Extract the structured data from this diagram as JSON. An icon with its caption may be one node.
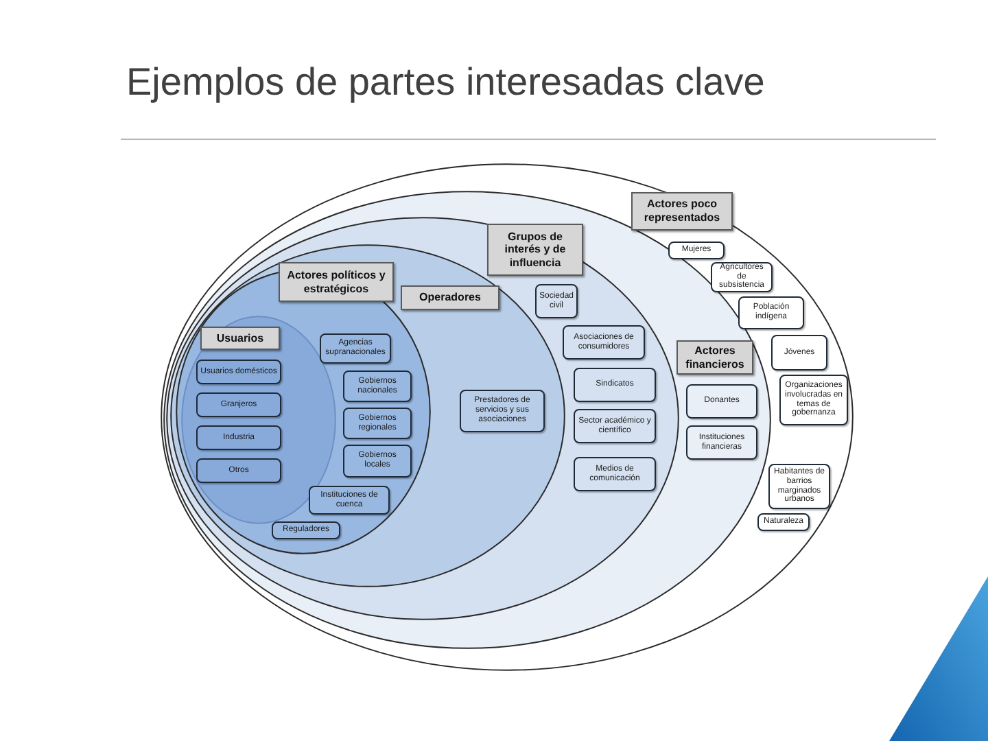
{
  "diagram": {
    "title": "Ejemplos de partes interesadas clave",
    "nodes": [
      {
        "text": [
          "Actores poco representados"
        ]
      },
      {
        "text": [
          "Actores financieros"
        ],
        "in": 0
      },
      {
        "text": [
          "Grupos de interés y de influencia"
        ],
        "in": 1
      },
      {
        "text": [
          "Operadores"
        ],
        "in": 2
      },
      {
        "text": [
          "Actores políticos y estratégicos"
        ],
        "in": 3
      },
      {
        "text": [
          "Usuarios"
        ],
        "in": 4
      },
      {
        "text": [
          "Usuarios domésticos"
        ],
        "in": 5
      },
      {
        "text": [
          "Granjeros"
        ],
        "in": 5
      },
      {
        "text": [
          "Industria"
        ],
        "in": 5
      },
      {
        "text": [
          "Otros"
        ],
        "in": 5
      },
      {
        "text": [
          "Agencias supranacionales"
        ],
        "in": 4
      },
      {
        "text": [
          "Gobiernos nacionales"
        ],
        "in": 4
      },
      {
        "text": [
          "Gobiernos regionales"
        ],
        "in": 4
      },
      {
        "text": [
          "Gobiernos locales"
        ],
        "in": 4
      },
      {
        "text": [
          "Instituciones de cuenca"
        ],
        "in": 4
      },
      {
        "text": [
          "Reguladores"
        ],
        "in": 4
      },
      {
        "text": [
          "Prestadores de servicios y sus asociaciones"
        ],
        "in": 3
      },
      {
        "text": [
          "Sociedad civil"
        ],
        "in": 2
      },
      {
        "text": [
          "Asociaciones de consumidores"
        ],
        "in": 2
      },
      {
        "text": [
          "Sindicatos"
        ],
        "in": 2
      },
      {
        "text": [
          "Sector académico y científico"
        ],
        "in": 2
      },
      {
        "text": [
          "Medios de comunicación"
        ],
        "in": 2
      },
      {
        "text": [
          "Donantes"
        ],
        "in": 1
      },
      {
        "text": [
          "Instituciones financieras"
        ],
        "in": 1
      },
      {
        "text": [
          "Mujeres"
        ],
        "in": 0
      },
      {
        "text": [
          "Agricultores de subsistencia"
        ],
        "in": 0
      },
      {
        "text": [
          "Población indígena"
        ],
        "in": 0
      },
      {
        "text": [
          "Jóvenes"
        ],
        "in": 0
      },
      {
        "text": [
          "Organizaciones involucradas en temas de gobernanza"
        ],
        "in": 0
      },
      {
        "text": [
          "Habitantes de barrios marginados urbanos"
        ],
        "in": 0
      },
      {
        "text": [
          "Naturaleza"
        ],
        "in": 0
      }
    ]
  }
}
